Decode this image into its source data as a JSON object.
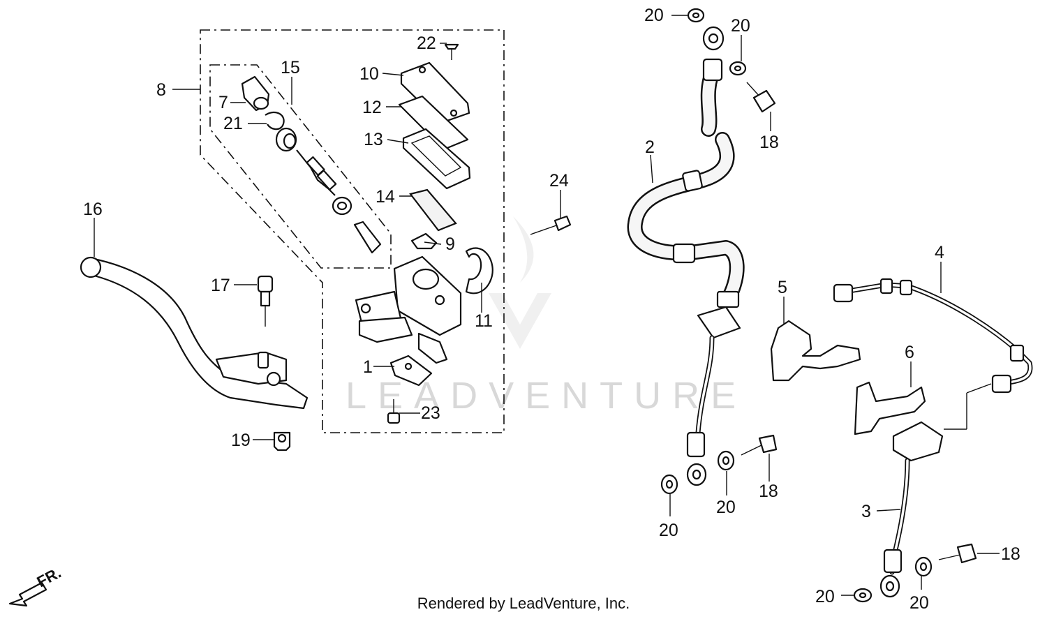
{
  "footer": "Rendered by LeadVenture, Inc.",
  "watermark": "LEADVENTURE",
  "direction_label": "FR.",
  "callouts": {
    "c1": "1",
    "c2": "2",
    "c3": "3",
    "c4": "4",
    "c5": "5",
    "c6": "6",
    "c7": "7",
    "c8": "8",
    "c9": "9",
    "c10": "10",
    "c11": "11",
    "c12": "12",
    "c13": "13",
    "c14": "14",
    "c15": "15",
    "c16": "16",
    "c17": "17",
    "c18a": "18",
    "c18b": "18",
    "c18c": "18",
    "c19": "19",
    "c20a": "20",
    "c20b": "20",
    "c20c": "20",
    "c20d": "20",
    "c20e": "20",
    "c20f": "20",
    "c21": "21",
    "c22": "22",
    "c23": "23",
    "c24": "24"
  }
}
